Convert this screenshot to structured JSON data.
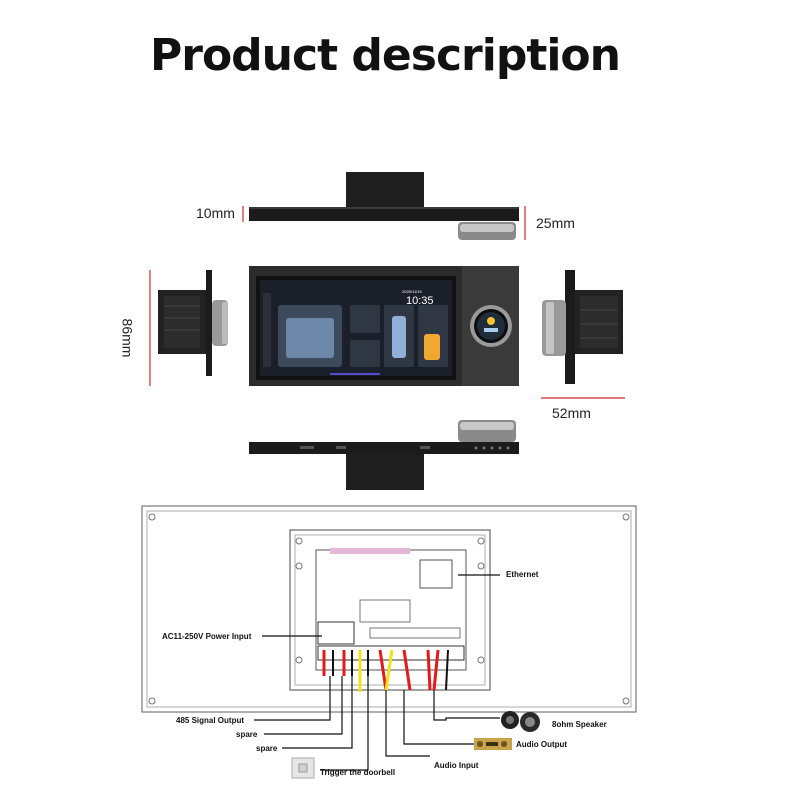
{
  "title": "Product description",
  "dimensions": {
    "panel_thickness": "10mm",
    "knob_depth": "25mm",
    "height": "86mm",
    "box_depth": "52mm"
  },
  "screen": {
    "time": "10:35",
    "date": "2025/11/19"
  },
  "wiring_labels": {
    "ethernet": "Ethernet",
    "power_input": "AC11-250V Power Input",
    "signal_485": "485 Signal Output",
    "spare_1": "spare",
    "spare_2": "spare",
    "speaker": "8ohm Speaker",
    "audio_output": "Audio Output",
    "audio_input": "Audio Input",
    "doorbell": "Trigger the doorbell"
  },
  "colors": {
    "dimension_line": "#d22a2a",
    "device_body": "#1b1b1b",
    "wire_red": "#e11b1b",
    "wire_yellow": "#f2e21a",
    "wire_black": "#111111"
  }
}
